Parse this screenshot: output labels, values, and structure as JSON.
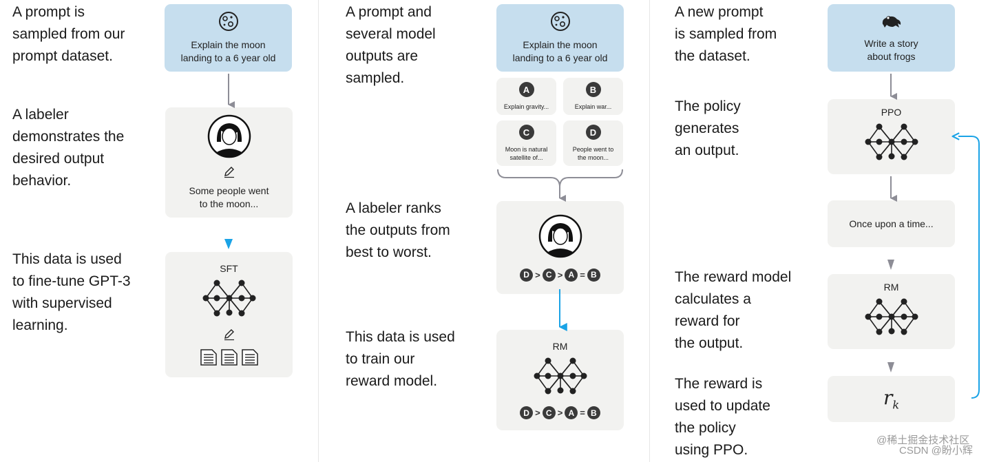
{
  "column1": {
    "step1_text": "A prompt is\nsampled from our\nprompt dataset.",
    "prompt_text": "Explain the moon\nlanding to a 6 year old",
    "step2_text": "A labeler\ndemonstrates the\ndesired output\nbehavior.",
    "demo_text": "Some people went\nto the moon...",
    "step3_text": "This data is used\nto fine-tune GPT-3\nwith supervised\nlearning.",
    "model_label": "SFT"
  },
  "column2": {
    "step1_text": "A prompt and\nseveral model\noutputs are\nsampled.",
    "prompt_text": "Explain the moon\nlanding to a 6 year old",
    "outputs": [
      {
        "letter": "A",
        "text": "Explain gravity..."
      },
      {
        "letter": "B",
        "text": "Explain war..."
      },
      {
        "letter": "C",
        "text": "Moon is natural\nsatellite of..."
      },
      {
        "letter": "D",
        "text": "People went to\nthe moon..."
      }
    ],
    "step2_text": "A labeler ranks\nthe outputs from\nbest to worst.",
    "ranking": [
      {
        "type": "item",
        "v": "D"
      },
      {
        "type": "op",
        "v": ">"
      },
      {
        "type": "item",
        "v": "C"
      },
      {
        "type": "op",
        "v": ">"
      },
      {
        "type": "item",
        "v": "A"
      },
      {
        "type": "op",
        "v": "="
      },
      {
        "type": "item",
        "v": "B"
      }
    ],
    "step3_text": "This data is used\nto train our\nreward model.",
    "model_label": "RM"
  },
  "column3": {
    "step1_text": "A new prompt\nis sampled from\nthe dataset.",
    "prompt_text": "Write a story\nabout frogs",
    "step2_text": "The policy\ngenerates\nan output.",
    "policy_label": "PPO",
    "output_text": "Once upon a time...",
    "step3_text": "The reward model\ncalculates a\nreward for\nthe output.",
    "rm_label": "RM",
    "step4_text": "The reward is\nused to update\nthe policy\nusing PPO.",
    "reward_symbol": "r",
    "reward_subscript": "k"
  },
  "watermark": {
    "line1": "@稀土掘金技术社区",
    "line2": "CSDN @盼小辉"
  },
  "colors": {
    "prompt_bg": "#c6deee",
    "box_bg": "#f2f2f0",
    "accent_blue": "#1aa3e6",
    "arrow_gray": "#8d8d96",
    "node": "#222222"
  },
  "icons": [
    "moon-icon",
    "labeler-avatar-icon",
    "pencil-icon",
    "document-icon",
    "neural-network-icon",
    "frog-icon"
  ]
}
